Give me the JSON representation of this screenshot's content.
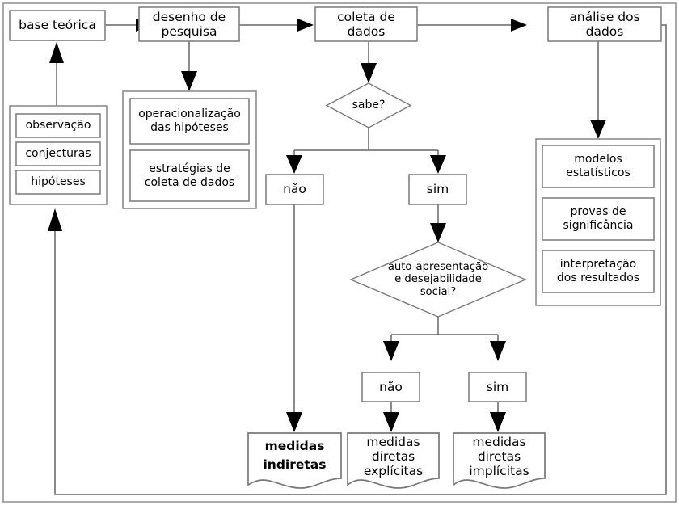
{
  "diagram": {
    "title": "Fluxograma do processo de pesquisa",
    "language": "pt-BR",
    "background_color": "#ffffff",
    "line_color": "#666666",
    "box_border_color": "#808080",
    "text_color": "#000000"
  },
  "nodes": {
    "base_teorica": "base teórica",
    "desenho_pesquisa": "desenho de\npesquisa",
    "coleta_dados": "coleta de\ndados",
    "analise_dados": "análise dos\ndados",
    "observacao": "observação",
    "conjecturas": "conjecturas",
    "hipoteses": "hipóteses",
    "operacionalizacao": "operacionalização\ndas hipóteses",
    "estrategias": "estratégias de\ncoleta de dados",
    "sabe": "sabe?",
    "nao_1": "não",
    "sim_1": "sim",
    "auto_apresentacao": "auto-apresentação\ne desejabilidade\nsocial?",
    "nao_2": "não",
    "sim_2": "sim",
    "modelos": "modelos\nestatísticos",
    "provas": "provas de\nsignificância",
    "interpretacao": "interpretação\ndos resultados",
    "medidas_indiretas": "medidas\nindiretas",
    "medidas_diretas_explicitas": "medidas\ndiretas\nexplícitas",
    "medidas_diretas_implicitas": "medidas\ndiretas\nimplícitas"
  }
}
